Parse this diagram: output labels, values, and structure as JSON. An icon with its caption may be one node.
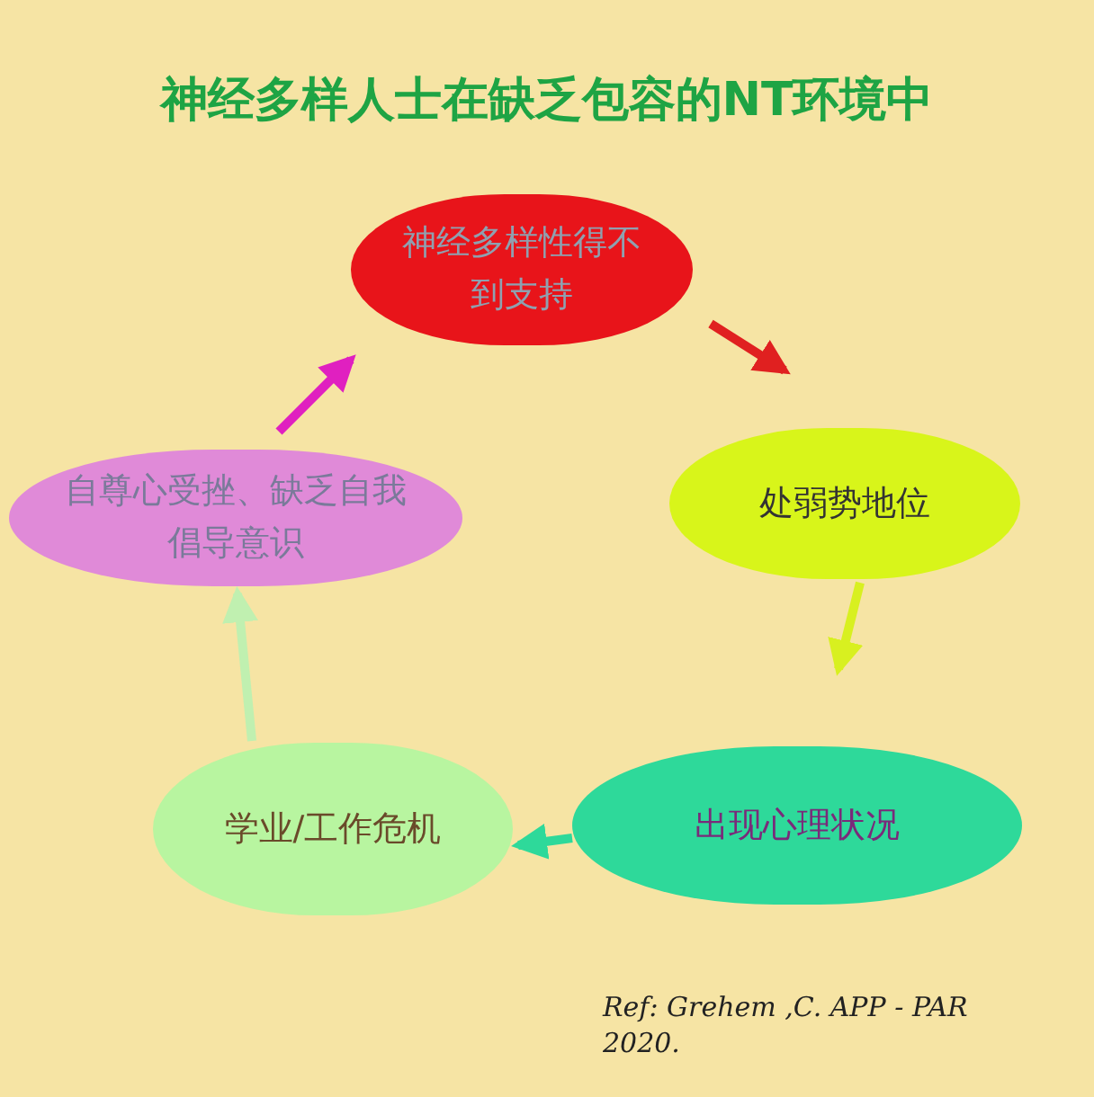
{
  "diagram": {
    "title": "神经多样人士在缺乏包容的NT环境中",
    "nodes": [
      {
        "text": [
          "神经多样性得不到支持"
        ]
      },
      {
        "text": [
          "处弱势地位"
        ]
      },
      {
        "text": [
          "出现心理状况"
        ]
      },
      {
        "text": [
          "学业/工作危机"
        ]
      },
      {
        "text": [
          "自尊心受挫、缺乏自我倡导意识"
        ]
      }
    ],
    "edges": [
      {
        "from": 0,
        "to": 1,
        "arrow": "to",
        "color": "#e02020"
      },
      {
        "from": 1,
        "to": 2,
        "arrow": "to",
        "color": "#d8f020"
      },
      {
        "from": 2,
        "to": 3,
        "arrow": "to",
        "color": "#2ed99a"
      },
      {
        "from": 3,
        "to": 4,
        "arrow": "to",
        "color": "#c0f0b0"
      },
      {
        "from": 4,
        "to": 0,
        "arrow": "to",
        "color": "#e020c0"
      }
    ],
    "labels": [
      "Ref: Grehem ,C. APP - PAR 2020."
    ]
  }
}
